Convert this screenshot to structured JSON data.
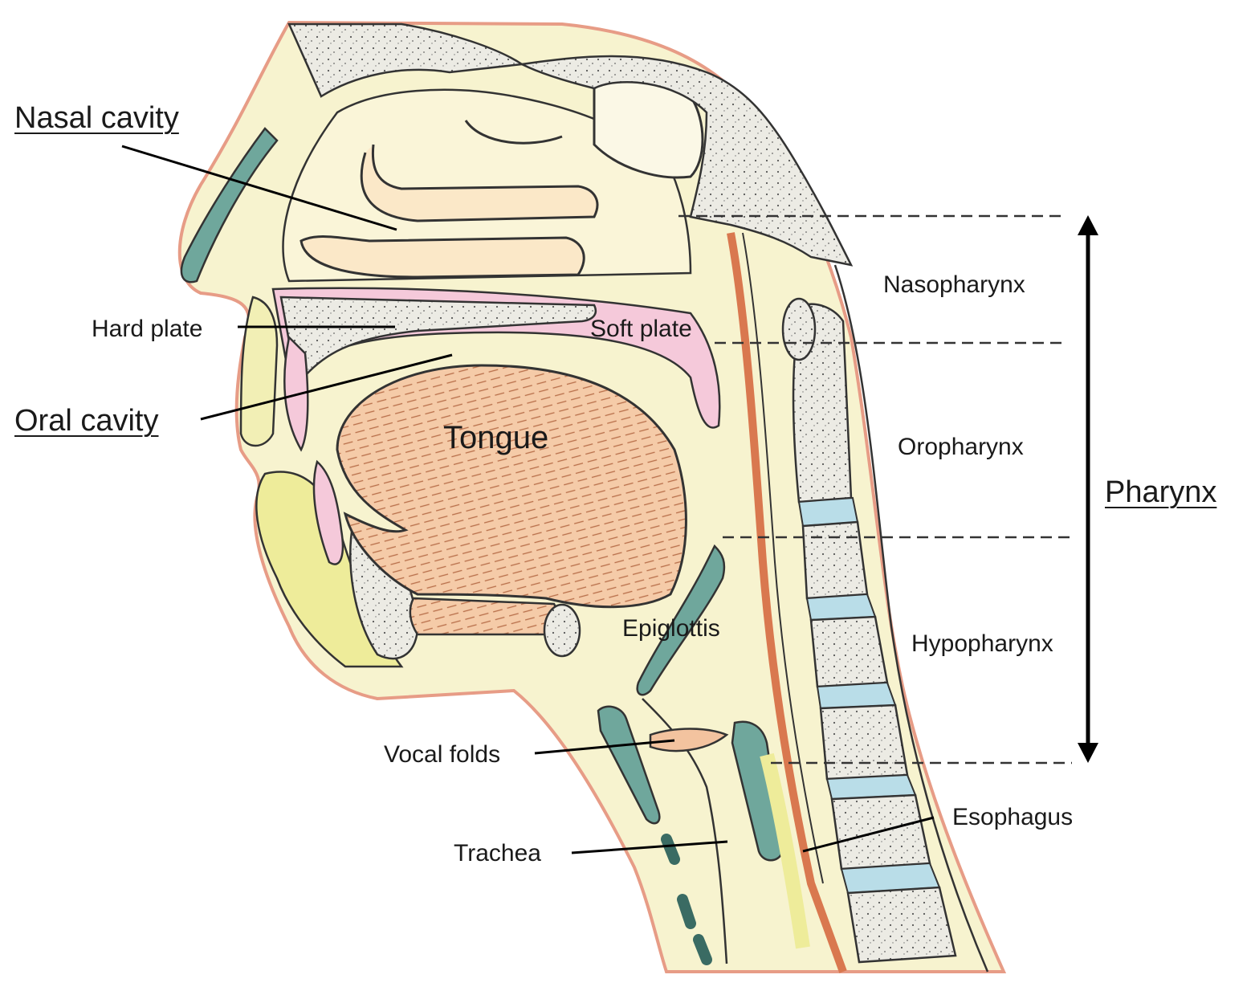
{
  "labels": {
    "nasal_cavity": "Nasal cavity",
    "hard_plate": "Hard plate",
    "soft_plate": "Soft plate",
    "oral_cavity": "Oral cavity",
    "tongue": "Tongue",
    "nasopharynx": "Nasopharynx",
    "oropharynx": "Oropharynx",
    "pharynx": "Pharynx",
    "hypopharynx": "Hypopharynx",
    "epiglottis": "Epiglottis",
    "vocal_folds": "Vocal folds",
    "trachea": "Trachea",
    "esophagus": "Esophagus"
  },
  "colors": {
    "skin_outline": "#e8a08a",
    "soft_tissue": "#f6f1c8",
    "bone": "#e6e4dc",
    "cartilage": "#6fa79c",
    "muscle": "#f3c39f",
    "mucosa_pink": "#f3c6d8",
    "disc_blue": "#b9dde8",
    "line": "#111111"
  }
}
